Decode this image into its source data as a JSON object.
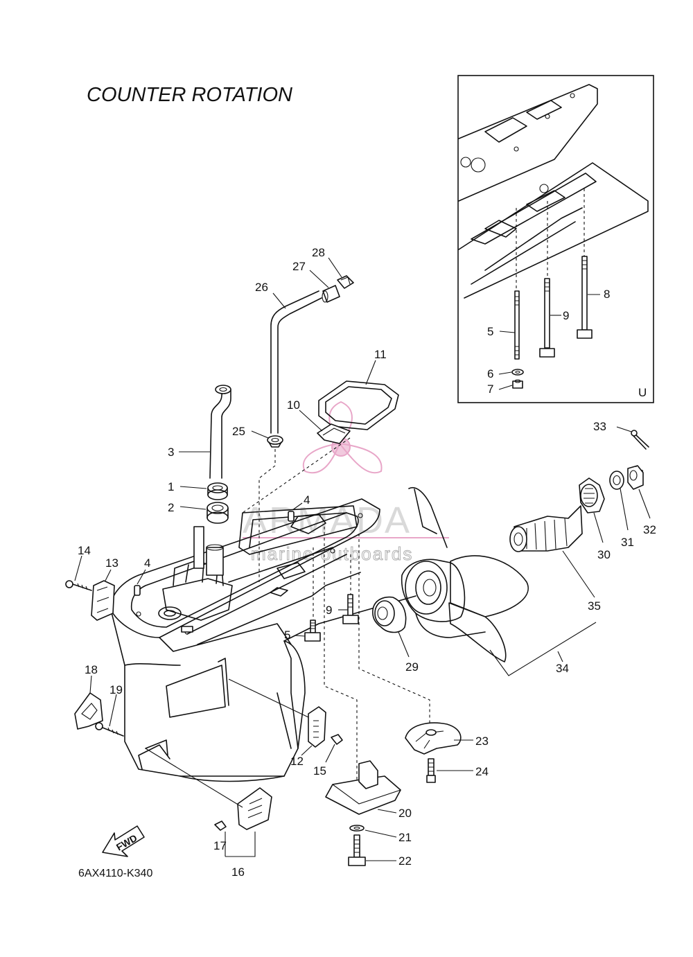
{
  "title": "COUNTER  ROTATION",
  "diagram_code": "6AX4110-K340",
  "inset": {
    "variant_label": "U"
  },
  "watermark": {
    "brand": "ARMADA",
    "tagline": "marine outboards",
    "accent_color": "#e8a6c8"
  },
  "fwd_arrow_label": "FWD",
  "callouts": {
    "c1": "1",
    "c2": "2",
    "c3": "3",
    "c4a": "4",
    "c4b": "4",
    "c5a": "5",
    "c5b": "5",
    "c6": "6",
    "c7": "7",
    "c8": "8",
    "c9a": "9",
    "c9b": "9",
    "c10": "10",
    "c11": "11",
    "c12": "12",
    "c13": "13",
    "c14": "14",
    "c15": "15",
    "c16": "16",
    "c17": "17",
    "c18": "18",
    "c19": "19",
    "c20": "20",
    "c21": "21",
    "c22": "22",
    "c23": "23",
    "c24": "24",
    "c25": "25",
    "c26": "26",
    "c27": "27",
    "c28": "28",
    "c29": "29",
    "c30": "30",
    "c31": "31",
    "c32": "32",
    "c33": "33",
    "c34": "34",
    "c35": "35"
  }
}
